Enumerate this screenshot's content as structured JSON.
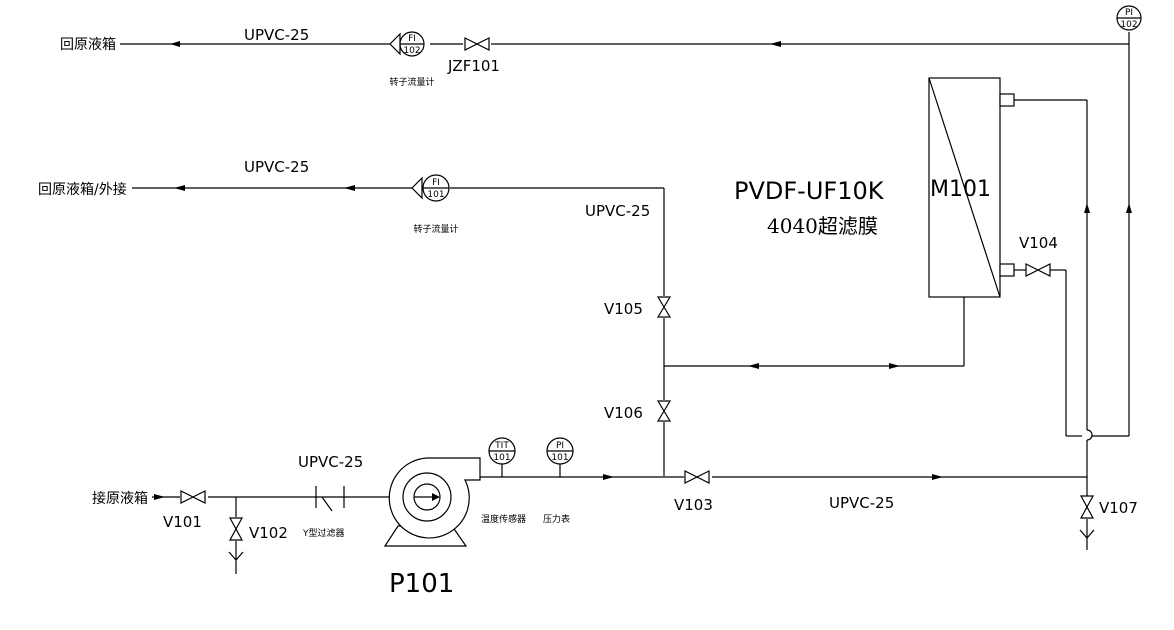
{
  "labels": {
    "return_tank_top": "回原液箱",
    "return_tank_mid": "回原液箱/外接",
    "feed_tank": "接原液箱",
    "pipe_top": "UPVC-25",
    "pipe_mid": "UPVC-25",
    "pipe_vertical": "UPVC-25",
    "pipe_pump": "UPVC-25",
    "pipe_bottom": "UPVC-25",
    "fi102_tag_top": "FI",
    "fi102_tag_bot": "102",
    "fi101_tag_top": "FI",
    "fi101_tag_bot": "101",
    "pi102_tag_top": "PI",
    "pi102_tag_bot": "102",
    "tit101_tag_top": "TIT",
    "tit101_tag_bot": "101",
    "pi101_tag_top": "PI",
    "pi101_tag_bot": "101",
    "rotameter_top": "转子流量计",
    "rotameter_mid": "转子流量计",
    "valve_jzf101": "JZF101",
    "valve_v101": "V101",
    "valve_v102": "V102",
    "valve_v103": "V103",
    "valve_v104": "V104",
    "valve_v105": "V105",
    "valve_v106": "V106",
    "valve_v107": "V107",
    "y_strainer": "Y型过滤器",
    "temp_sensor": "温度传感器",
    "pressure_gauge": "压力表",
    "pump": "P101",
    "membrane_tag": "M101",
    "membrane_model": "PVDF-UF10K",
    "membrane_desc": "4040超滤膜"
  }
}
